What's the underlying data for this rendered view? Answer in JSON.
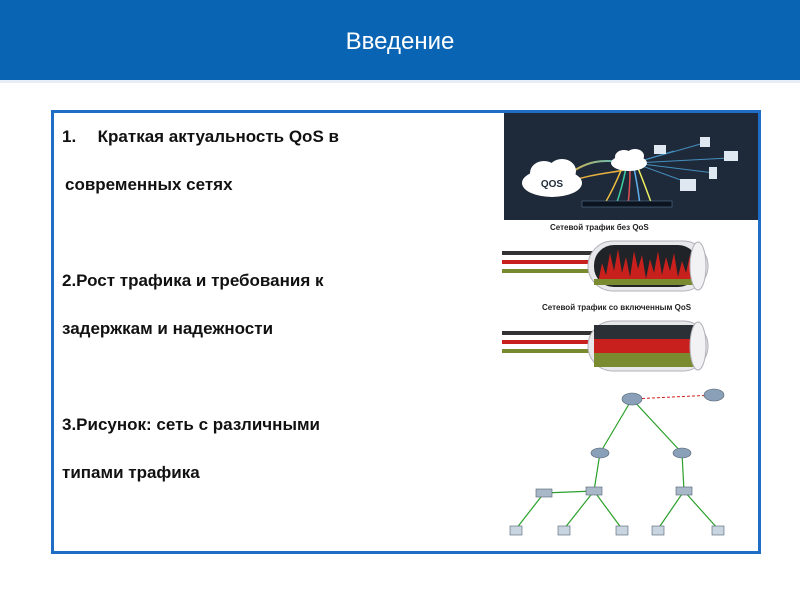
{
  "slide": {
    "title": "Введение"
  },
  "content": {
    "item1_number": "1.",
    "item1_line1": "Краткая актуальность QoS в",
    "item1_line2": "современных сетях",
    "item2_line1": "2.Рост трафика и требования к",
    "item2_line2": "задержкам и надежности",
    "item3_line1": "3.Рисунок: сеть с различными",
    "item3_line2": "типами трафика"
  },
  "figures": {
    "qos_cloud_label": "QOS",
    "traffic_without_qos_title": "Сетевой трафик без QoS",
    "traffic_with_qos_title": "Сетевой трафик со включенным QoS"
  },
  "colors": {
    "header_bg": "#0a64b4",
    "box_border": "#1f6dc4",
    "qos_panel_bg": "#1e2a3a",
    "traffic_red": "#c8201c",
    "traffic_olive": "#7a8a2e"
  }
}
